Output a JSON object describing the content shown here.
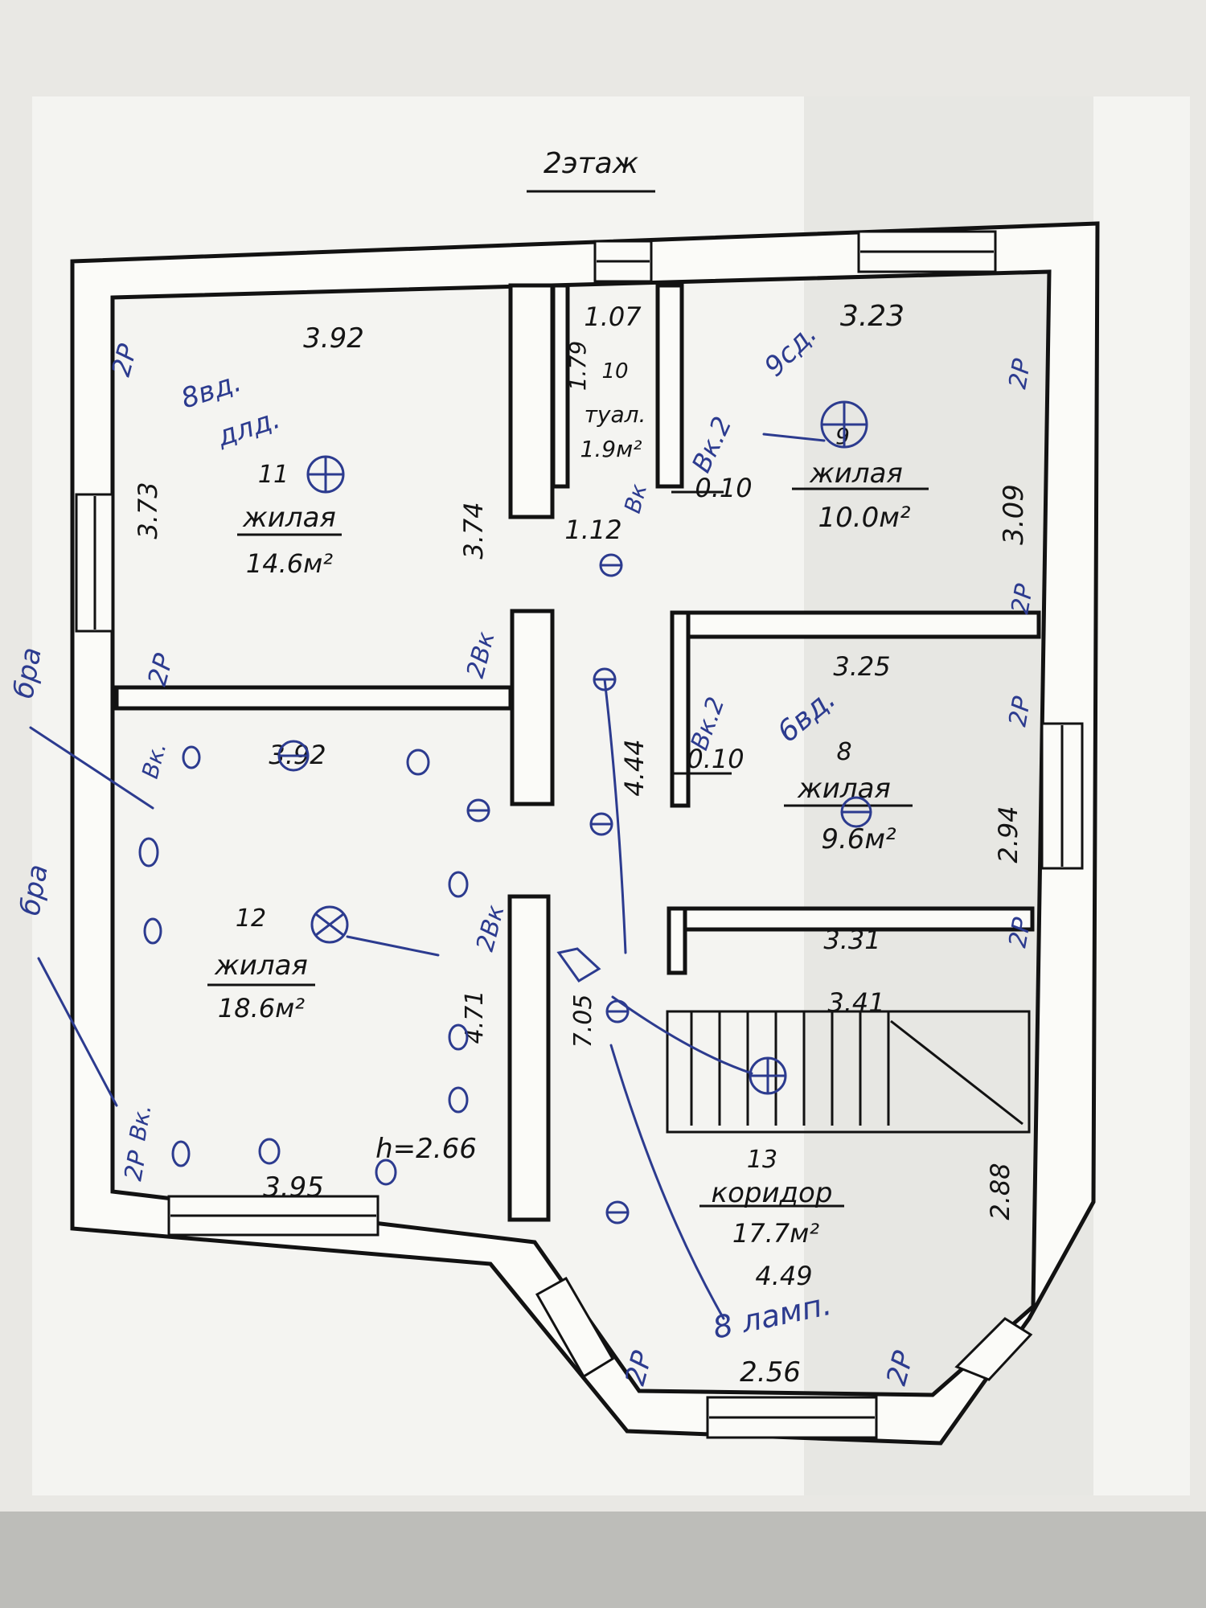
{
  "floor_title": "2этаж",
  "rooms": {
    "r11": {
      "number": "11",
      "type": "жилая",
      "area": "14.6м²"
    },
    "r10": {
      "number": "10",
      "type": "туал.",
      "area": "1.9м²"
    },
    "r9": {
      "number": "9",
      "type": "жилая",
      "area": "10.0м²"
    },
    "r8": {
      "number": "8",
      "type": "жилая",
      "area": "9.6м²"
    },
    "r12": {
      "number": "12",
      "type": "жилая",
      "area": "18.6м²"
    },
    "r13": {
      "number": "13",
      "type": "коридор",
      "area": "17.7м²"
    }
  },
  "dimensions": {
    "d_392_top": "3.92",
    "d_373": "3.73",
    "d_374": "3.74",
    "d_107": "1.07",
    "d_179": "1.79",
    "d_112": "1.12",
    "d_323": "3.23",
    "d_309": "3.09",
    "d_010_upper": "0.10",
    "d_010_lower": "0.10",
    "d_325": "3.25",
    "d_444": "4.44",
    "d_294": "2.94",
    "d_331": "3.31",
    "d_341": "3.41",
    "d_392_mid": "3.92",
    "d_471": "4.71",
    "d_705": "7.05",
    "d_395": "3.95",
    "d_height": "h=2.66",
    "d_288": "2.88",
    "d_449": "4.49",
    "d_256": "2.56"
  },
  "annotations": {
    "n_8vd": "8вд.",
    "n_dnd": "длд.",
    "n_2r_11": "2Р",
    "n_2r_11b": "2Р",
    "n_2vk_corr": "2Вк",
    "n_vk2_9": "Вк.2",
    "n_9sd": "9сд.",
    "n_2r_9": "2Р",
    "n_2r_9b": "2Р",
    "n_vk2_8": "Вк.2",
    "n_6vd": "6вд.",
    "n_2r_8": "2Р",
    "n_2r_8b": "2Р",
    "n_vk_12": "Вк.",
    "n_2r_12": "2Р",
    "n_bra1": "бра",
    "n_bra2": "бра",
    "n_vk_12b": "Вк.",
    "n_2vk_14": "2Вк",
    "n_2r_13a": "2Р",
    "n_2r_13b": "2Р",
    "n_8lamp": "8 ламп.",
    "n_vk_door": "Вк"
  },
  "colors": {
    "paper": "#fbfbf8",
    "ink": "#121212",
    "pen": "#2c3b8f"
  }
}
